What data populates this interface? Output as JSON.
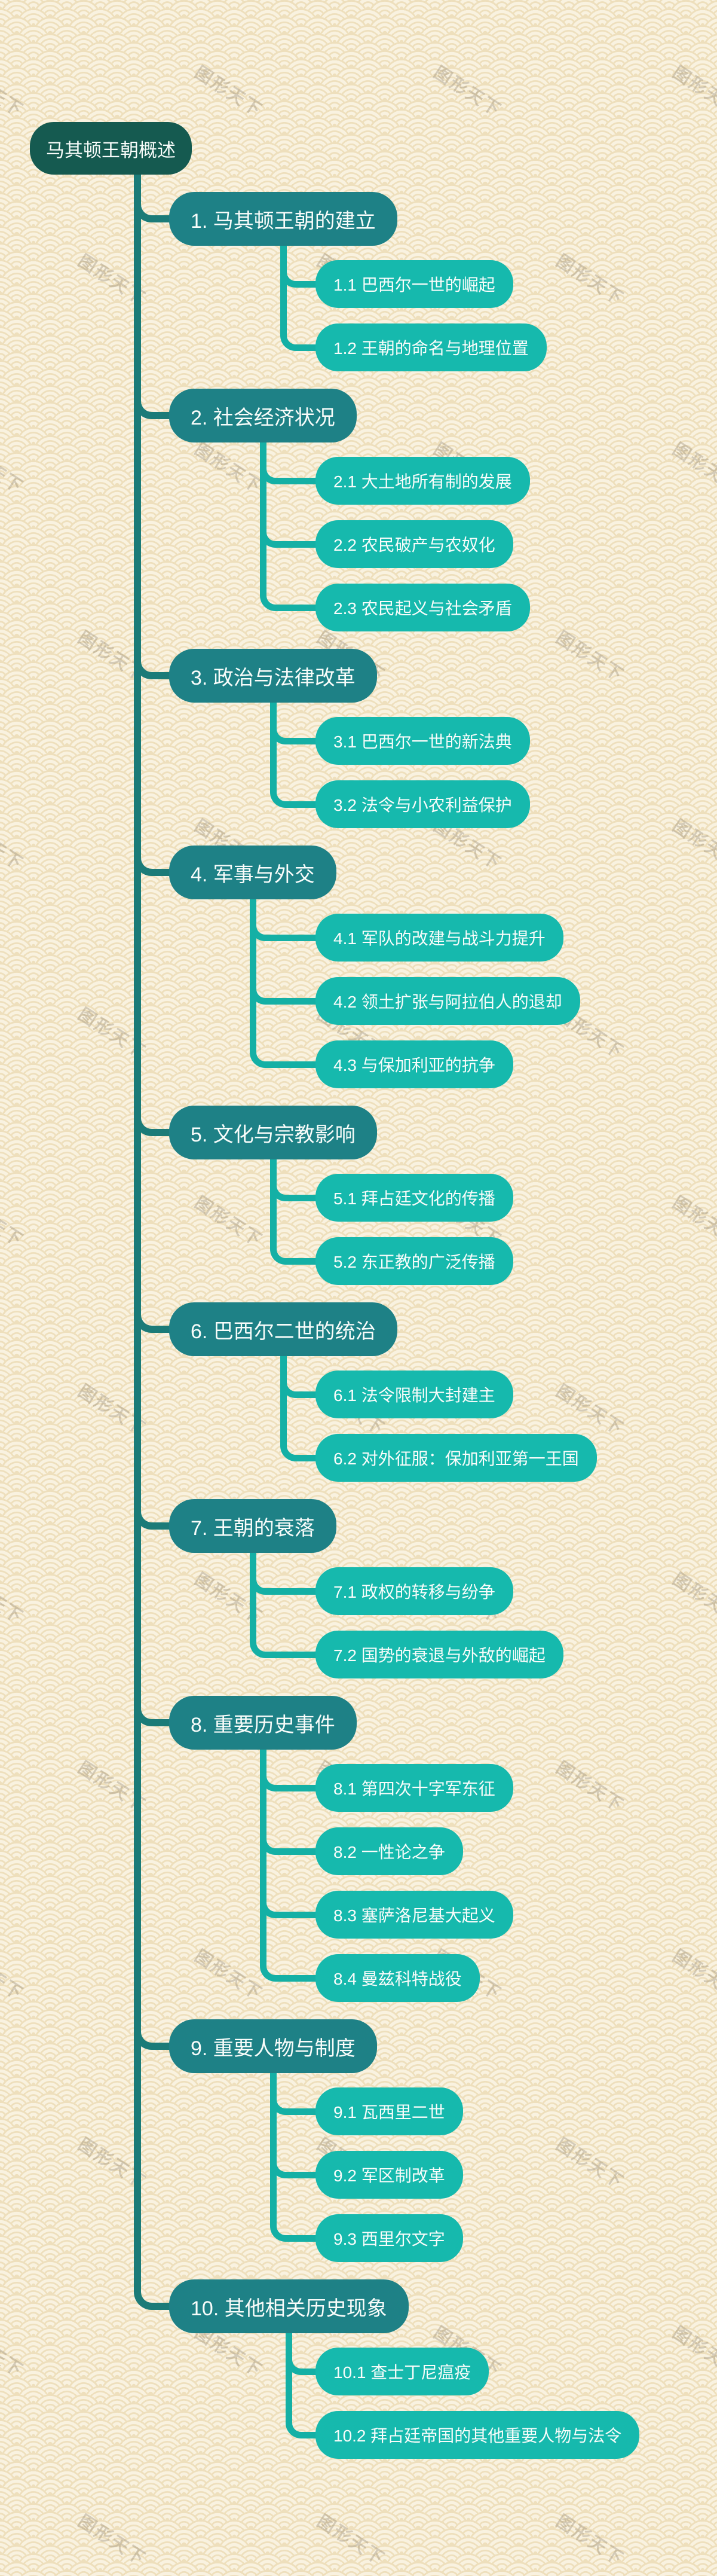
{
  "watermark_text": "图形天下",
  "colors": {
    "root_fill": "#155a50",
    "branch_fill": "#1e8186",
    "leaf_fill": "#16b9ad",
    "branch_line": "#1b7b78",
    "leaf_line": "#14b0a5",
    "text": "#f8fcfa",
    "background": "#f9f2e0"
  },
  "mindmap": {
    "root": "马其顿王朝概述",
    "sections": [
      {
        "label": "1. 马其顿王朝的建立",
        "children": [
          "1.1 巴西尔一世的崛起",
          "1.2 王朝的命名与地理位置"
        ]
      },
      {
        "label": "2. 社会经济状况",
        "children": [
          "2.1 大土地所有制的发展",
          "2.2 农民破产与农奴化",
          "2.3 农民起义与社会矛盾"
        ]
      },
      {
        "label": "3. 政治与法律改革",
        "children": [
          "3.1 巴西尔一世的新法典",
          "3.2 法令与小农利益保护"
        ]
      },
      {
        "label": "4. 军事与外交",
        "children": [
          "4.1 军队的改建与战斗力提升",
          "4.2 领土扩张与阿拉伯人的退却",
          "4.3 与保加利亚的抗争"
        ]
      },
      {
        "label": "5. 文化与宗教影响",
        "children": [
          "5.1 拜占廷文化的传播",
          "5.2 东正教的广泛传播"
        ]
      },
      {
        "label": "6. 巴西尔二世的统治",
        "children": [
          "6.1 法令限制大封建主",
          "6.2 对外征服：保加利亚第一王国"
        ]
      },
      {
        "label": "7. 王朝的衰落",
        "children": [
          "7.1 政权的转移与纷争",
          "7.2 国势的衰退与外敌的崛起"
        ]
      },
      {
        "label": "8. 重要历史事件",
        "children": [
          "8.1 第四次十字军东征",
          "8.2 一性论之争",
          "8.3 塞萨洛尼基大起义",
          "8.4 曼兹科特战役"
        ]
      },
      {
        "label": "9. 重要人物与制度",
        "children": [
          "9.1 瓦西里二世",
          "9.2 军区制改革",
          "9.3 西里尔文字"
        ]
      },
      {
        "label": "10. 其他相关历史现象",
        "children": [
          "10.1 查士丁尼瘟疫",
          "10.2 拜占廷帝国的其他重要人物与法令"
        ]
      }
    ]
  }
}
